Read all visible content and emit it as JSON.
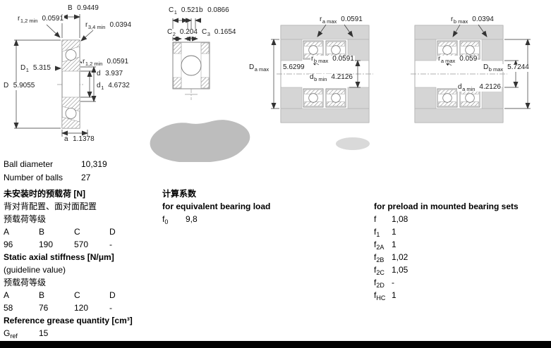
{
  "colors": {
    "housing_gray": "#d5d5d5",
    "watermark_gray": "#bdbdbd",
    "bottom_bar": "#000000"
  },
  "dims": {
    "B": {
      "m": "B",
      "s": "",
      "v": "0.9449"
    },
    "r12_top": {
      "m": "r",
      "s": "1,2 min",
      "v": "0.0591"
    },
    "r34": {
      "m": "r",
      "s": "3,4 min",
      "v": "0.0394"
    },
    "r12_mid": {
      "m": "r",
      "s": "1,2 min",
      "v": "0.0591"
    },
    "D1": {
      "m": "D",
      "s": "1",
      "v": "5.315"
    },
    "d": {
      "m": "d",
      "s": "",
      "v": "3.937"
    },
    "D": {
      "m": "D",
      "s": "",
      "v": "5.9055"
    },
    "d1": {
      "m": "d",
      "s": "1",
      "v": "4.6732"
    },
    "a": {
      "m": "a",
      "s": "",
      "v": "1.1378"
    },
    "C1": {
      "m": "C",
      "s": "1",
      "v": "0.521"
    },
    "b": {
      "m": "b",
      "s": "",
      "v": "0.0866"
    },
    "C2": {
      "m": "C",
      "s": "2",
      "v": "0.204"
    },
    "C3": {
      "m": "C",
      "s": "3",
      "v": "0.1654"
    },
    "ra1": {
      "m": "r",
      "s": "a max",
      "v": "0.0591"
    },
    "Da": {
      "m": "D",
      "s": "a max",
      "v": "5.6299"
    },
    "rb1": {
      "m": "r",
      "s": "b max",
      "v": "0.0591"
    },
    "db": {
      "m": "d",
      "s": "b min",
      "v": "4.2126"
    },
    "rb2": {
      "m": "r",
      "s": "b max",
      "v": "0.0394"
    },
    "ra2": {
      "m": "r",
      "s": "a max",
      "v": "0.059"
    },
    "Db": {
      "m": "D",
      "s": "b max",
      "v": "5.7244"
    },
    "da": {
      "m": "d",
      "s": "a min",
      "v": "4.2126"
    }
  },
  "specs": {
    "ball_diameter_label": "Ball diameter",
    "ball_diameter_value": "10,319",
    "number_of_balls_label": "Number of balls",
    "number_of_balls_value": "27",
    "preload_heading": "未安装时的预载荷 [N]",
    "preload_config": "背对背配置、面对面配置",
    "preload_class": "预载荷等级",
    "preload_headers": [
      "A",
      "B",
      "C",
      "D"
    ],
    "preload_values": [
      "96",
      "190",
      "570",
      "-"
    ],
    "stiffness_heading": "Static axial stiffness [N/μm]",
    "stiffness_note": "(guideline value)",
    "stiffness_class": "预载荷等级",
    "stiffness_headers": [
      "A",
      "B",
      "C",
      "D"
    ],
    "stiffness_values": [
      "58",
      "76",
      "120",
      "-"
    ],
    "grease_heading": "Reference grease quantity [cm³]",
    "grease_sym": {
      "m": "G",
      "s": "ref",
      "v": "15"
    }
  },
  "factors": {
    "heading_cn": "计算系数",
    "equiv_heading": "for equivalent bearing load",
    "f0": {
      "m": "f",
      "s": "0",
      "v": "9,8"
    },
    "preload_heading": "for preload in mounted bearing sets",
    "rows": [
      {
        "m": "f",
        "s": "",
        "v": "1,08"
      },
      {
        "m": "f",
        "s": "1",
        "v": "1"
      },
      {
        "m": "f",
        "s": "2A",
        "v": "1"
      },
      {
        "m": "f",
        "s": "2B",
        "v": "1,02"
      },
      {
        "m": "f",
        "s": "2C",
        "v": "1,05"
      },
      {
        "m": "f",
        "s": "2D",
        "v": "-"
      },
      {
        "m": "f",
        "s": "HC",
        "v": "1"
      }
    ]
  }
}
